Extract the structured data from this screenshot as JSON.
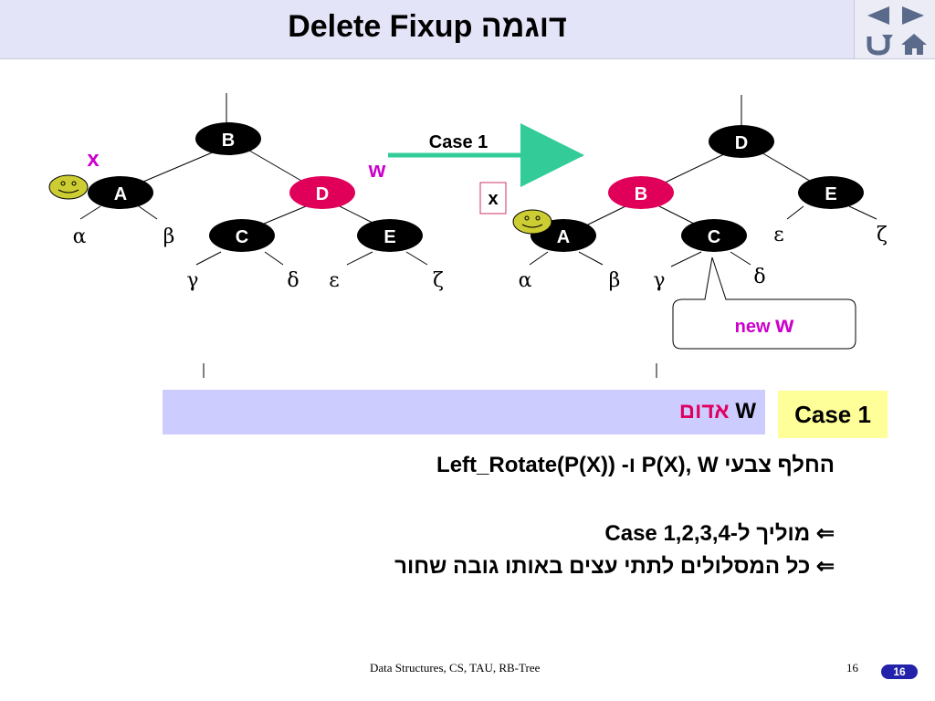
{
  "title": "Delete Fixup דוגמה",
  "nav": {
    "prev_icon": "triangle-left-icon",
    "next_icon": "triangle-right-icon",
    "back_icon": "return-arrow-icon",
    "home_icon": "home-icon"
  },
  "colors": {
    "header_bg": "#e4e4f8",
    "node_red": "#e0005a",
    "node_black": "#000000",
    "label_magenta": "#cc00cc",
    "arrow_green": "#33cc99",
    "bar_bg": "#ccccff",
    "case_box_bg": "#ffff99"
  },
  "left_tree": {
    "nodes": {
      "B": "B",
      "A": "A",
      "D": "D",
      "C": "C",
      "E": "E"
    },
    "x_label": "x",
    "w_label": "w",
    "leaves": {
      "alpha": "α",
      "beta": "β",
      "gamma": "γ",
      "delta": "δ",
      "epsilon": "ε",
      "zeta": "ζ"
    }
  },
  "transition": {
    "label": "Case 1",
    "x_box": "x"
  },
  "right_tree": {
    "nodes": {
      "D": "D",
      "B": "B",
      "E": "E",
      "A": "A",
      "C": "C"
    },
    "leaves": {
      "alpha": "α",
      "beta": "β",
      "gamma": "γ",
      "delta": "δ",
      "epsilon": "ε",
      "zeta": "ζ"
    },
    "callout": {
      "prefix": "new ",
      "w": "w"
    }
  },
  "condition_bar": {
    "w": "W",
    "red_text": "אדום"
  },
  "case_box": "Case 1",
  "steps": {
    "line1_rtl": "החלף צבעי",
    "line1_px": "P(X), W",
    "line1_and": "ו-",
    "line1_rotate": "Left_Rotate(P(X))",
    "line2_arrow": "⇐",
    "line2_text": "מוליך ל-",
    "line2_case": "Case 1,2,3,4",
    "line3_arrow": "⇐",
    "line3_text": "כל המסלולים לתתי עצים באותו גובה שחור"
  },
  "footer": {
    "text": "Data Structures, CS, TAU, RB-Tree",
    "page_number": "16",
    "badge": "16"
  }
}
